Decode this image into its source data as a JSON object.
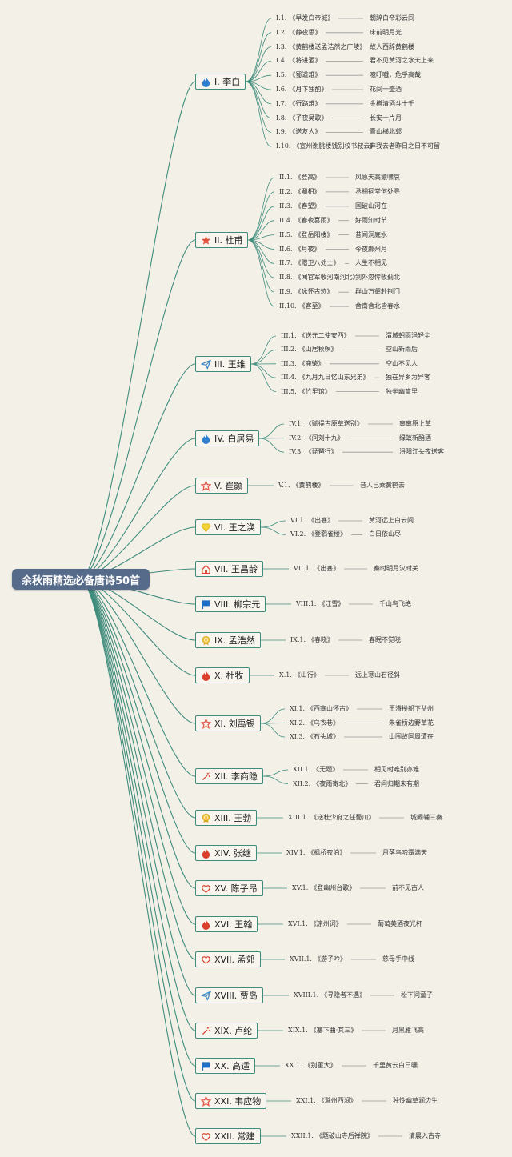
{
  "root": {
    "title": "余秋雨精选必备唐诗50首"
  },
  "colors": {
    "branch": "#3f8c7c",
    "root_bg": "#566b8a",
    "background": "#f3f0e8"
  },
  "poets": [
    {
      "label": "I. 李白",
      "icon": "flame-icon-blue",
      "poems": [
        {
          "tag": "I.1.",
          "title": "《早发白帝城》",
          "line": "朝辞白帝彩云间"
        },
        {
          "tag": "I.2.",
          "title": "《静夜思》",
          "line": "床前明月光"
        },
        {
          "tag": "I.3.",
          "title": "《黄鹤楼送孟浩然之广陵》",
          "line": "故人西辞黄鹤楼"
        },
        {
          "tag": "I.4.",
          "title": "《将进酒》",
          "line": "君不见黄河之水天上来"
        },
        {
          "tag": "I.5.",
          "title": "《蜀道难》",
          "line": "噫吁嚱，危乎高哉"
        },
        {
          "tag": "I.6.",
          "title": "《月下独酌》",
          "line": "花间一壶酒"
        },
        {
          "tag": "I.7.",
          "title": "《行路难》",
          "line": "金樽清酒斗十千"
        },
        {
          "tag": "I.8.",
          "title": "《子夜吴歌》",
          "line": "长安一片月"
        },
        {
          "tag": "I.9.",
          "title": "《送友人》",
          "line": "青山横北郭"
        },
        {
          "tag": "I.10.",
          "title": "《宣州谢朓楼饯别校书叔云》",
          "line": "弃我去者昨日之日不可留"
        }
      ]
    },
    {
      "label": "II. 杜甫",
      "icon": "star-filled-icon",
      "poems": [
        {
          "tag": "II.1.",
          "title": "《登高》",
          "line": "风急天高猿啸哀"
        },
        {
          "tag": "II.2.",
          "title": "《蜀相》",
          "line": "丞相祠堂何处寻"
        },
        {
          "tag": "II.3.",
          "title": "《春望》",
          "line": "国破山河在"
        },
        {
          "tag": "II.4.",
          "title": "《春夜喜雨》",
          "line": "好雨知时节"
        },
        {
          "tag": "II.5.",
          "title": "《登岳阳楼》",
          "line": "昔闻洞庭水"
        },
        {
          "tag": "II.6.",
          "title": "《月夜》",
          "line": "今夜鄜州月"
        },
        {
          "tag": "II.7.",
          "title": "《赠卫八处士》",
          "line": "人生不相见"
        },
        {
          "tag": "II.8.",
          "title": "《闻官军收河南河北》",
          "line": "剑外忽传收蓟北"
        },
        {
          "tag": "II.9.",
          "title": "《咏怀古迹》",
          "line": "群山万壑赴荆门"
        },
        {
          "tag": "II.10.",
          "title": "《客至》",
          "line": "舍南舍北皆春水"
        }
      ]
    },
    {
      "label": "III. 王维",
      "icon": "paper-plane-icon",
      "poems": [
        {
          "tag": "III.1.",
          "title": "《送元二使安西》",
          "line": "渭城朝雨浥轻尘"
        },
        {
          "tag": "III.2.",
          "title": "《山居秋暝》",
          "line": "空山新雨后"
        },
        {
          "tag": "III.3.",
          "title": "《鹿柴》",
          "line": "空山不见人"
        },
        {
          "tag": "III.4.",
          "title": "《九月九日忆山东兄弟》",
          "line": "独在异乡为异客"
        },
        {
          "tag": "III.5.",
          "title": "《竹里馆》",
          "line": "独坐幽篁里"
        }
      ]
    },
    {
      "label": "IV. 白居易",
      "icon": "flame-icon-blue",
      "poems": [
        {
          "tag": "IV.1.",
          "title": "《赋得古原草送别》",
          "line": "离离原上草"
        },
        {
          "tag": "IV.2.",
          "title": "《问刘十九》",
          "line": "绿蚁新醅酒"
        },
        {
          "tag": "IV.3.",
          "title": "《琵琶行》",
          "line": "浔阳江头夜送客"
        }
      ]
    },
    {
      "label": "V. 崔颢",
      "icon": "star-outline-icon",
      "poems": [
        {
          "tag": "V.1.",
          "title": "《黄鹤楼》",
          "line": "昔人已乘黄鹤去"
        }
      ]
    },
    {
      "label": "VI. 王之涣",
      "icon": "diamond-icon",
      "poems": [
        {
          "tag": "VI.1.",
          "title": "《出塞》",
          "line": "黄河远上白云间"
        },
        {
          "tag": "VI.2.",
          "title": "《登鹳雀楼》",
          "line": "白日依山尽"
        }
      ]
    },
    {
      "label": "VII. 王昌龄",
      "icon": "home-icon",
      "poems": [
        {
          "tag": "VII.1.",
          "title": "《出塞》",
          "line": "秦时明月汉时关"
        }
      ]
    },
    {
      "label": "VIII. 柳宗元",
      "icon": "flag-icon",
      "poems": [
        {
          "tag": "VIII.1.",
          "title": "《江雪》",
          "line": "千山鸟飞绝"
        }
      ]
    },
    {
      "label": "IX. 孟浩然",
      "icon": "medal-icon",
      "poems": [
        {
          "tag": "IX.1.",
          "title": "《春晓》",
          "line": "春眠不觉晓"
        }
      ]
    },
    {
      "label": "X. 杜牧",
      "icon": "flame-icon-red",
      "poems": [
        {
          "tag": "X.1.",
          "title": "《山行》",
          "line": "远上寒山石径斜"
        }
      ]
    },
    {
      "label": "XI. 刘禹锡",
      "icon": "star-outline-icon",
      "poems": [
        {
          "tag": "XI.1.",
          "title": "《西塞山怀古》",
          "line": "王濬楼船下益州"
        },
        {
          "tag": "XI.2.",
          "title": "《乌衣巷》",
          "line": "朱雀桥边野草花"
        },
        {
          "tag": "XI.3.",
          "title": "《石头城》",
          "line": "山围故国周遭在"
        }
      ]
    },
    {
      "label": "XII. 李商隐",
      "icon": "sparkle-icon",
      "poems": [
        {
          "tag": "XII.1.",
          "title": "《无题》",
          "line": "相见时难别亦难"
        },
        {
          "tag": "XII.2.",
          "title": "《夜雨寄北》",
          "line": "君问归期未有期"
        }
      ]
    },
    {
      "label": "XIII. 王勃",
      "icon": "medal-icon",
      "poems": [
        {
          "tag": "XIII.1.",
          "title": "《送杜少府之任蜀川》",
          "line": "城阙辅三秦"
        }
      ]
    },
    {
      "label": "XIV. 张继",
      "icon": "flame-icon-red",
      "poems": [
        {
          "tag": "XIV.1.",
          "title": "《枫桥夜泊》",
          "line": "月落乌啼霜满天"
        }
      ]
    },
    {
      "label": "XV. 陈子昂",
      "icon": "heart-icon",
      "poems": [
        {
          "tag": "XV.1.",
          "title": "《登幽州台歌》",
          "line": "前不见古人"
        }
      ]
    },
    {
      "label": "XVI. 王翰",
      "icon": "flame-icon-red",
      "poems": [
        {
          "tag": "XVI.1.",
          "title": "《凉州词》",
          "line": "葡萄美酒夜光杯"
        }
      ]
    },
    {
      "label": "XVII. 孟郊",
      "icon": "heart-icon",
      "poems": [
        {
          "tag": "XVII.1.",
          "title": "《游子吟》",
          "line": "慈母手中线"
        }
      ]
    },
    {
      "label": "XVIII. 贾岛",
      "icon": "paper-plane-icon",
      "poems": [
        {
          "tag": "XVIII.1.",
          "title": "《寻隐者不遇》",
          "line": "松下问童子"
        }
      ]
    },
    {
      "label": "XIX. 卢纶",
      "icon": "sparkle-icon",
      "poems": [
        {
          "tag": "XIX.1.",
          "title": "《塞下曲·其三》",
          "line": "月黑雁飞高"
        }
      ]
    },
    {
      "label": "XX. 高适",
      "icon": "flag-icon",
      "poems": [
        {
          "tag": "XX.1.",
          "title": "《别董大》",
          "line": "千里黄云白日曛"
        }
      ]
    },
    {
      "label": "XXI. 韦应物",
      "icon": "star-outline-icon",
      "poems": [
        {
          "tag": "XXI.1.",
          "title": "《滁州西涧》",
          "line": "独怜幽草涧边生"
        }
      ]
    },
    {
      "label": "XXII. 常建",
      "icon": "heart-icon",
      "poems": [
        {
          "tag": "XXII.1.",
          "title": "《题破山寺后禅院》",
          "line": "清晨入古寺"
        }
      ]
    }
  ]
}
